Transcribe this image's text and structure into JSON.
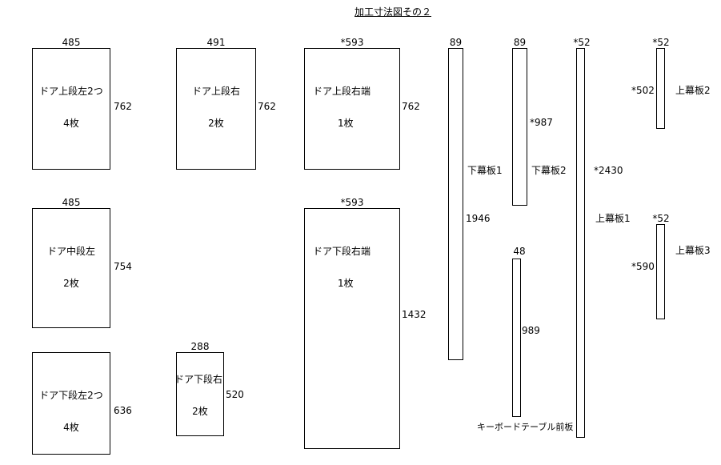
{
  "title": "加工寸法図その２",
  "panels": [
    {
      "name": "ドア上段左2つ",
      "count": "4枚",
      "width": "485",
      "height": "762"
    },
    {
      "name": "ドア上段右",
      "count": "2枚",
      "width": "491",
      "height": "762"
    },
    {
      "name": "ドア上段右端",
      "count": "1枚",
      "width": "*593",
      "height": "762"
    },
    {
      "name": "ドア中段左",
      "count": "2枚",
      "width": "485",
      "height": "754"
    },
    {
      "name": "ドア下段右端",
      "count": "1枚",
      "width": "*593",
      "height": "1432"
    },
    {
      "name": "ドア下段左2つ",
      "count": "4枚",
      "width": "",
      "height": "636"
    },
    {
      "name": "ドア下段右",
      "count": "2枚",
      "width": "288",
      "height": "520"
    },
    {
      "name": "下幕板1",
      "width": "89",
      "height": "1946"
    },
    {
      "name": "下幕板2",
      "width": "89",
      "height": "*987"
    },
    {
      "name": "キーボードテーブル前板",
      "width": "48",
      "height": "989"
    },
    {
      "name": "上幕板1",
      "width": "*52",
      "height": "*2430"
    },
    {
      "name": "上幕板2",
      "width": "*52",
      "height": "*502"
    },
    {
      "name": "上幕板3",
      "width": "*52",
      "height": "*590"
    }
  ]
}
